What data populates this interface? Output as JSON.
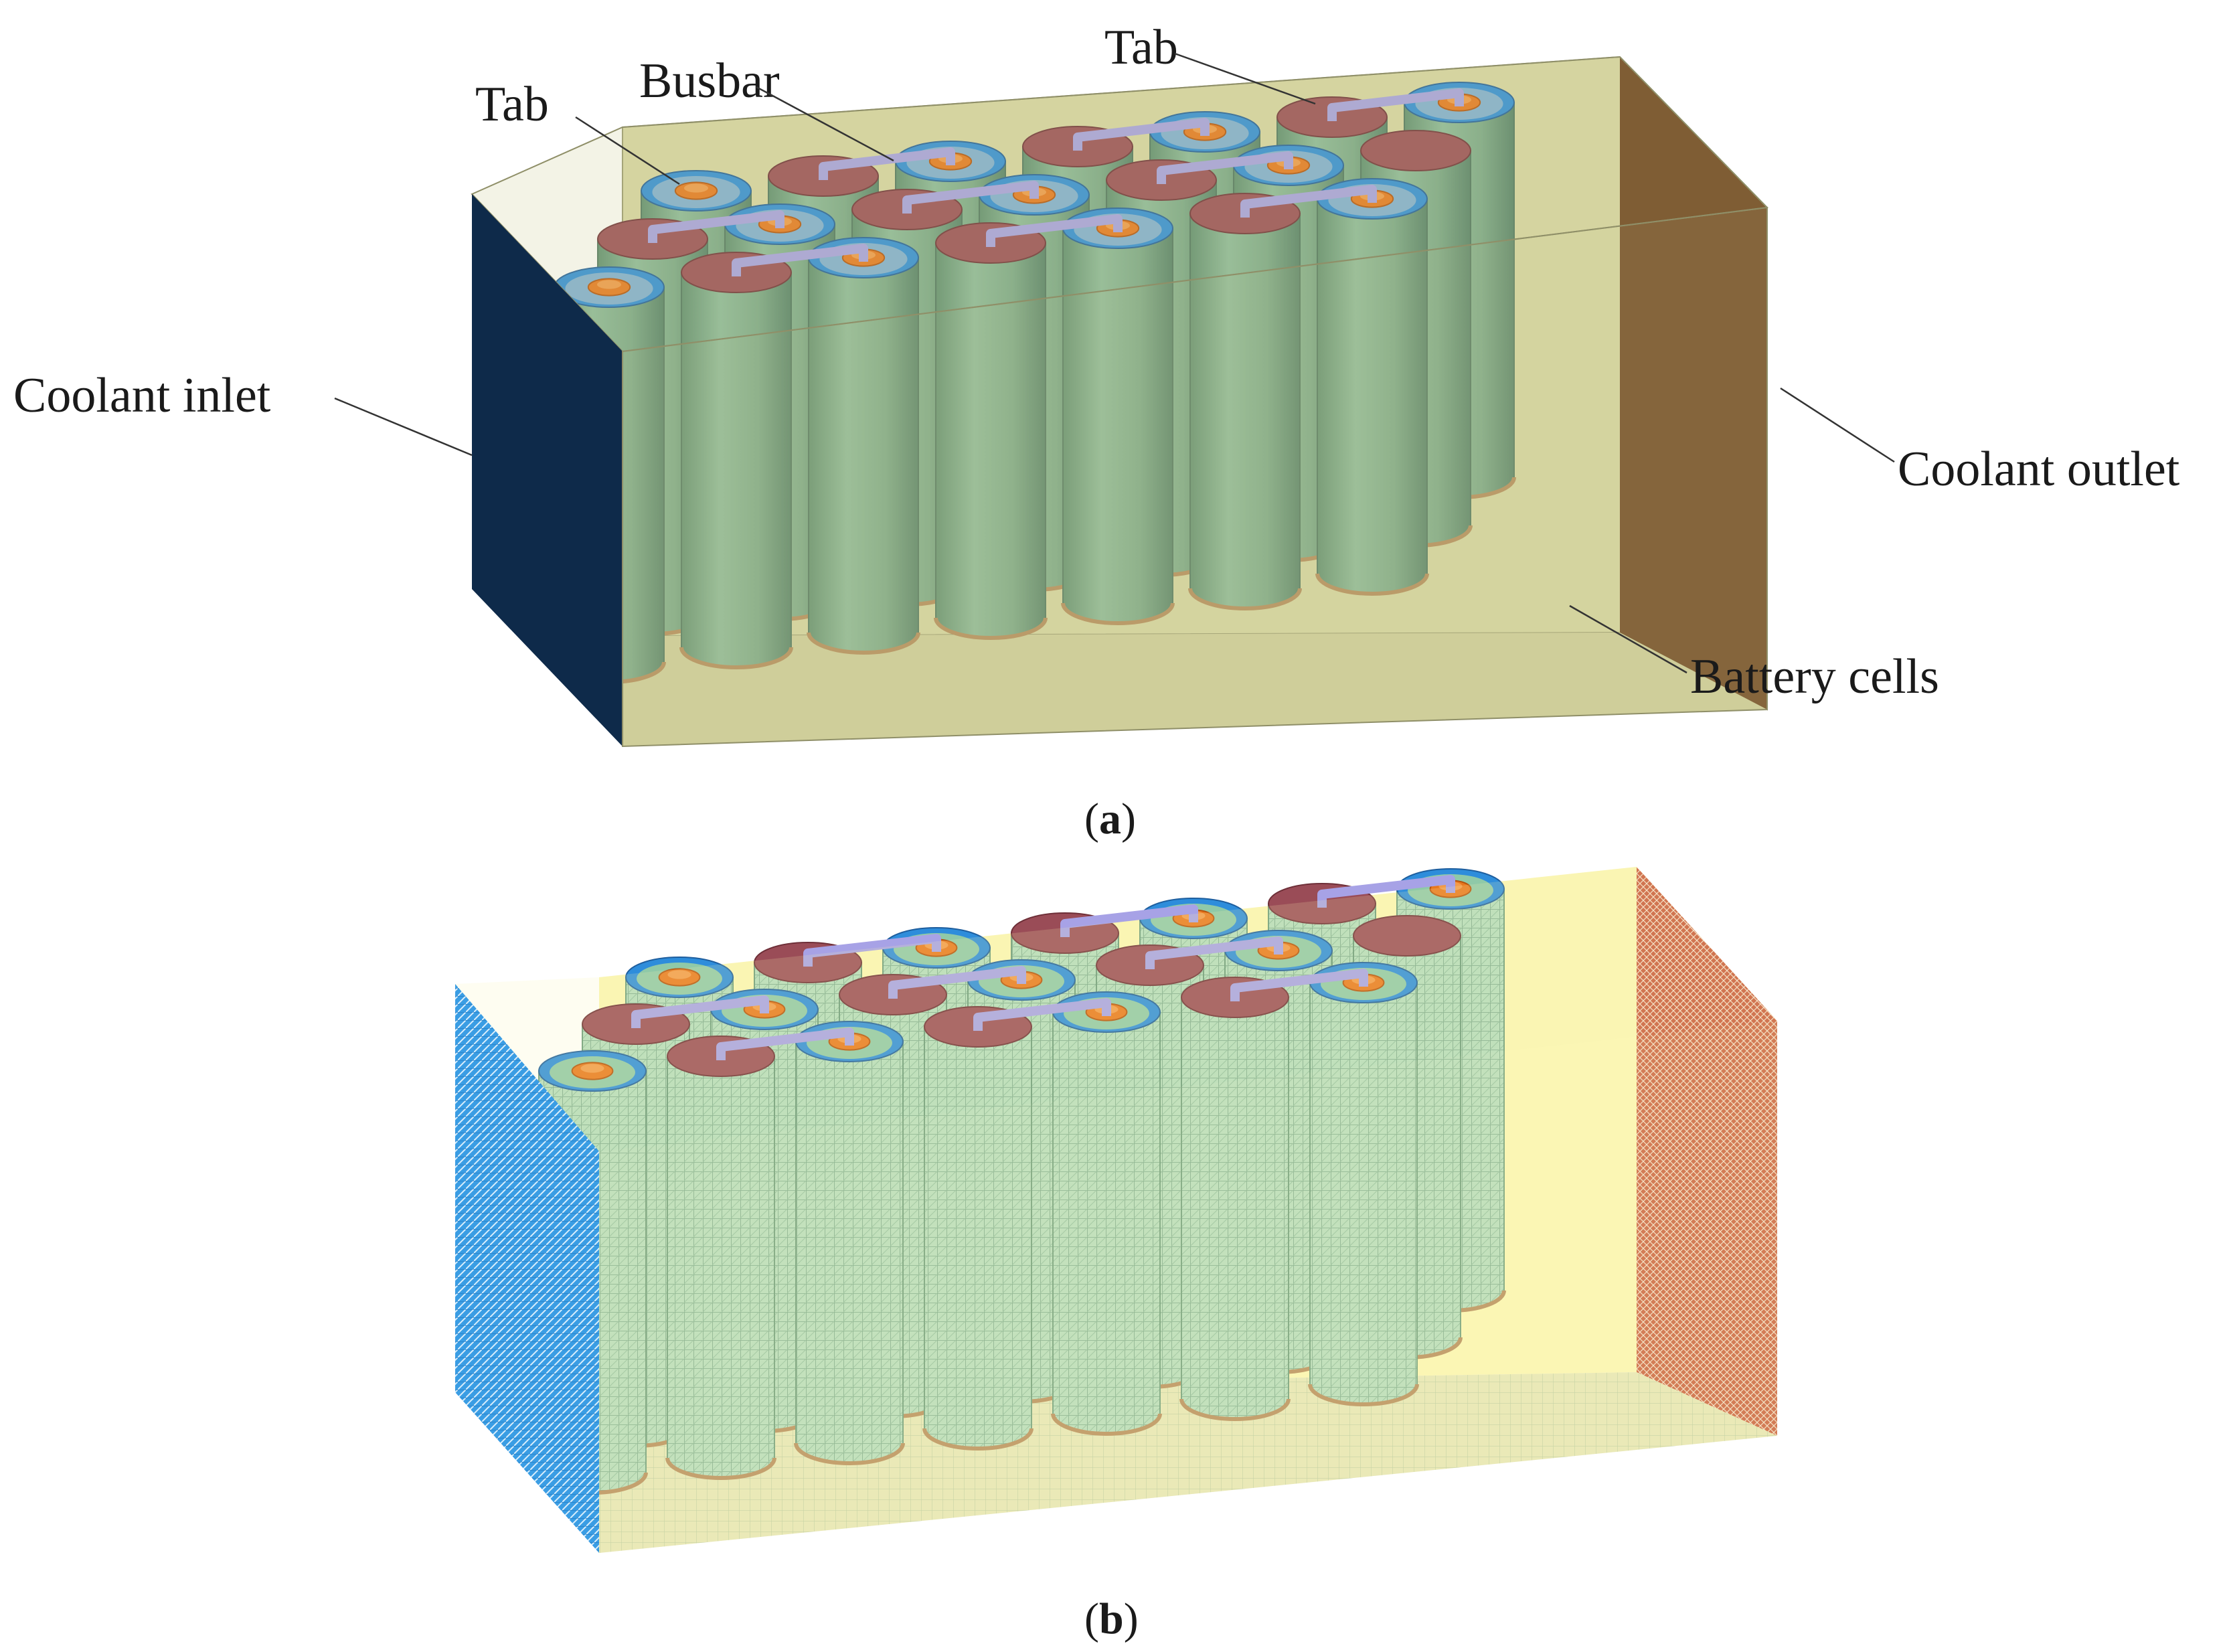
{
  "panel_a": {
    "labels": {
      "tab_left": "Tab",
      "busbar": "Busbar",
      "tab_top": "Tab",
      "coolant_inlet": "Coolant inlet",
      "coolant_outlet": "Coolant outlet",
      "battery_cells": "Battery cells"
    },
    "caption": {
      "open": "(",
      "letter": "a",
      "close": ")"
    }
  },
  "panel_b": {
    "caption": {
      "open": "(",
      "letter": "b",
      "close": ")"
    }
  },
  "layout_info": {
    "cell_rows": 3,
    "cells_per_row": 7,
    "total_cells": 21
  },
  "colors": {
    "cell_body": "#7aa98a",
    "cell_mesh": "#a8d2b4",
    "cell_cap_red": "#9a4c57",
    "ring_blue": "#2e8ddb",
    "tab_orange": "#e8781e",
    "busbar_purple": "#a7a2e6",
    "housing_a": "#d7d6a4",
    "housing_b": "#fbf6b4",
    "inlet_a": "#0e2a4a",
    "outlet_a": "#6b3f1c",
    "inlet_b": "#2f95e0",
    "outlet_b": "#c4573a"
  }
}
